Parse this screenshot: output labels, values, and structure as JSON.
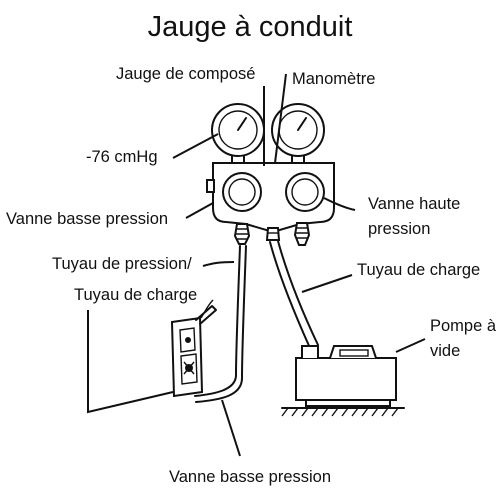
{
  "title": "Jauge à conduit",
  "labels": {
    "compound_gauge": "Jauge de composé",
    "manometer": "Manomètre",
    "reading": "-76 cmHg",
    "low_valve": "Vanne basse pression",
    "high_valve_1": "Vanne haute",
    "high_valve_2": "pression",
    "pressure_hose_1": "Tuyau de pression/",
    "pressure_hose_2": "Tuyau de charge",
    "charge_hose": "Tuyau de charge",
    "vacuum_pump_1": "Pompe à",
    "vacuum_pump_2": "vide",
    "bottom_valve": "Vanne basse pression"
  }
}
